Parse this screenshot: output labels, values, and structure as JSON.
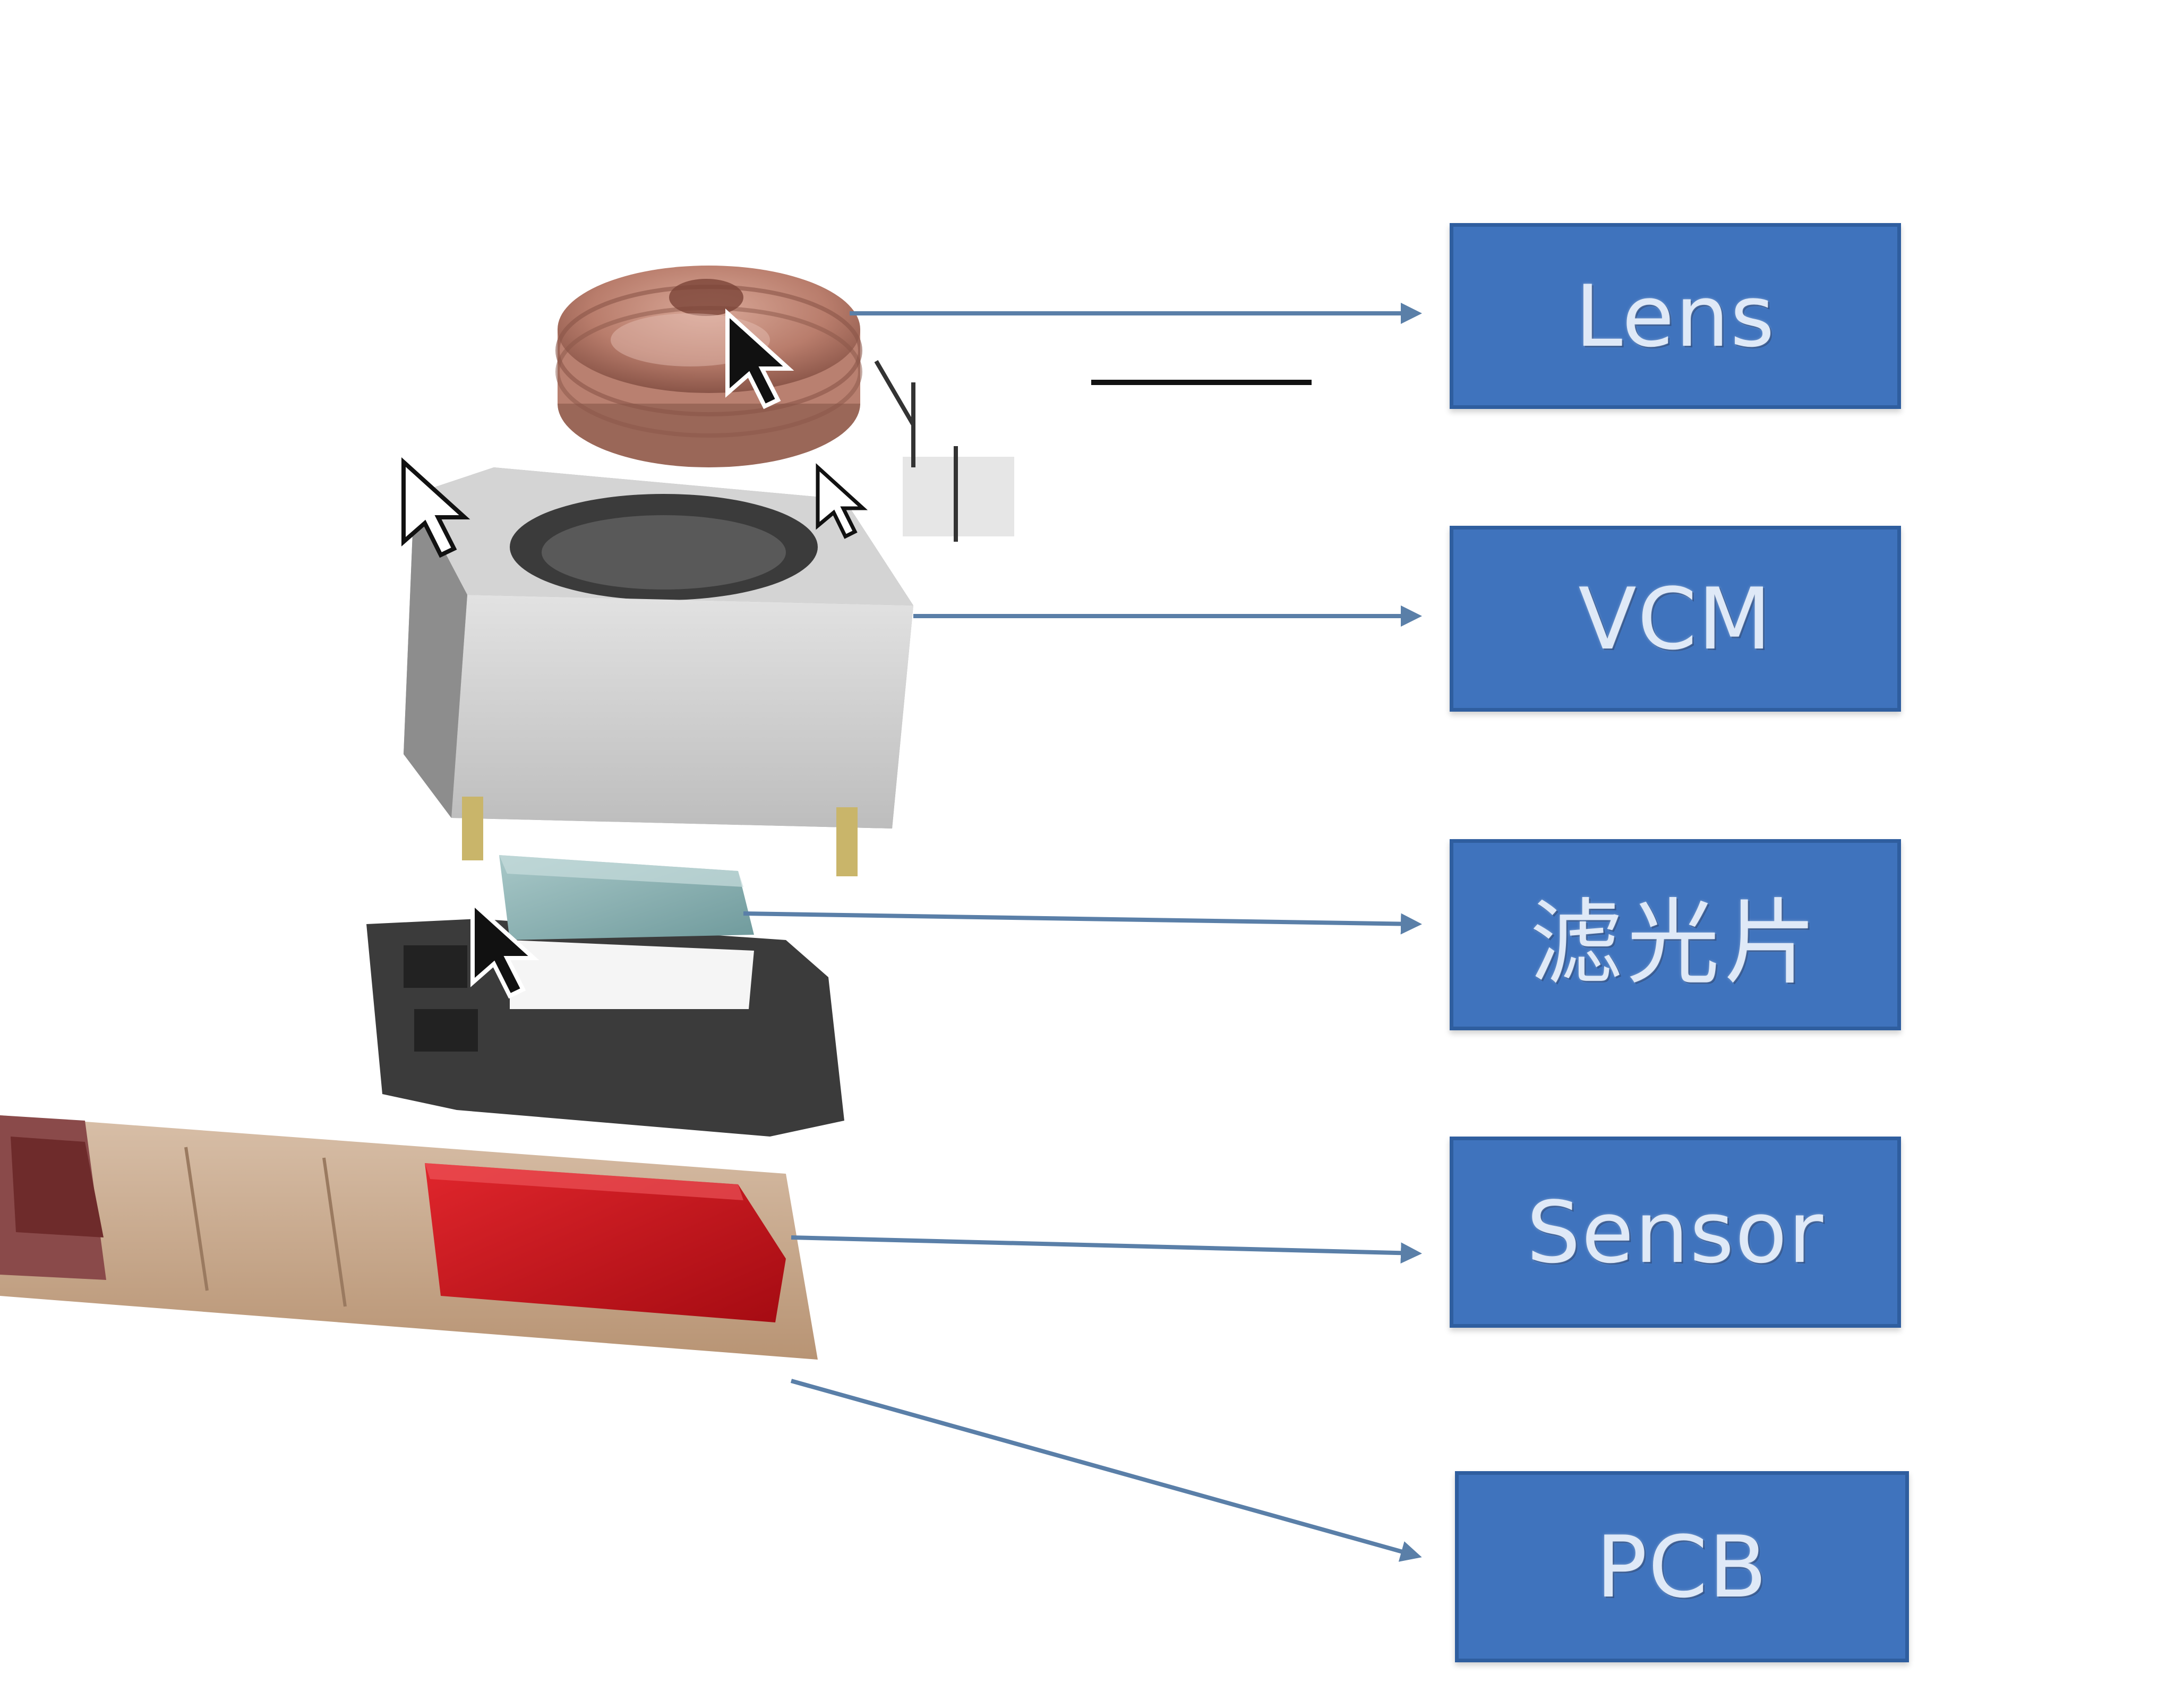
{
  "labels": {
    "lens": "Lens",
    "vcm": "VCM",
    "filter": "滤光片",
    "sensor": "Sensor",
    "pcb": "PCB"
  },
  "colors": {
    "box_fill": "#3f73bd",
    "box_border": "#2f5e9f",
    "box_text": "#dfe9f7",
    "arrow": "#5a7fa8",
    "lens_body": "#c48f80",
    "vcm_body": "#c9c9c9",
    "filter_glass": "#8fb3b3",
    "holder": "#3b3b3b",
    "sensor_chip": "#c8101a",
    "flex_cable": "#c8a98f"
  },
  "icons": [
    "cursor-icon"
  ]
}
